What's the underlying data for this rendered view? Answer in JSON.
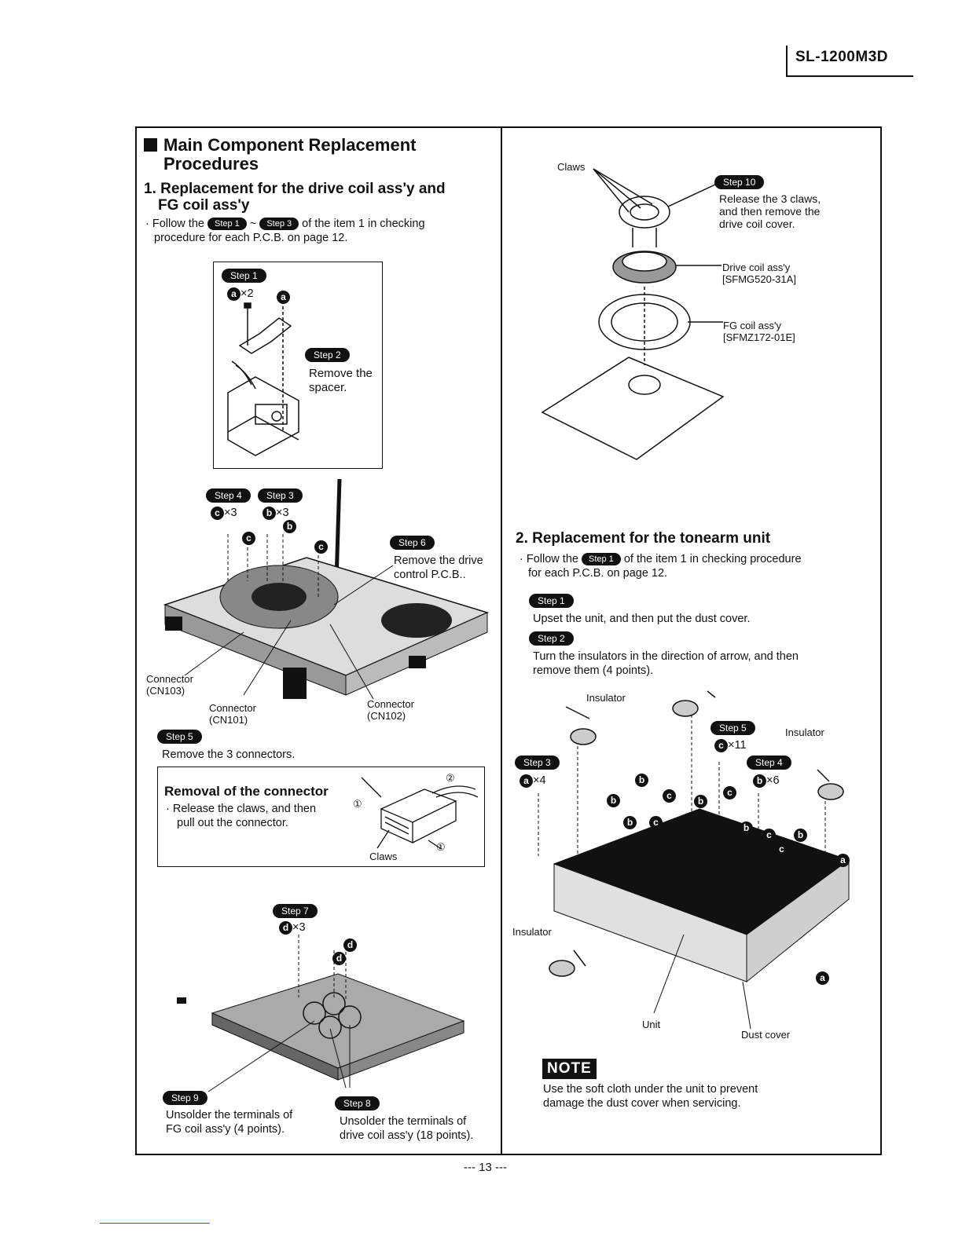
{
  "header": {
    "model": "SL-1200M3D"
  },
  "left": {
    "section_title_1": "Main Component Replacement",
    "section_title_2": "Procedures",
    "sub_title_1": "1. Replacement for the drive coil ass'y and",
    "sub_title_2": "FG coil ass'y",
    "intro_a": "· Follow the",
    "intro_step_a": "Step 1",
    "intro_dash": "~",
    "intro_step_b": "Step 3",
    "intro_b": "of the item 1 in checking",
    "intro_c": "procedure for each P.C.B. on page 12.",
    "step1": {
      "label": "Step 1",
      "screw": "a",
      "count": "×2",
      "mark": "a"
    },
    "step2": {
      "label": "Step 2",
      "text_1": "Remove the",
      "text_2": "spacer."
    },
    "step4": {
      "label": "Step 4",
      "screw": "c",
      "count": "×3"
    },
    "step3": {
      "label": "Step 3",
      "screw": "b",
      "count": "×3"
    },
    "step6": {
      "label": "Step 6",
      "text_1": "Remove the drive",
      "text_2": "control P.C.B.."
    },
    "marks_c": "c",
    "marks_b": "b",
    "connector_cn103": [
      "Connector",
      "(CN103)"
    ],
    "connector_cn101": [
      "Connector",
      "(CN101)"
    ],
    "connector_cn102": [
      "Connector",
      "(CN102)"
    ],
    "step5": {
      "label": "Step 5",
      "text": "Remove the 3 connectors."
    },
    "removal": {
      "title": "Removal of the connector",
      "text_1": "· Release the claws, and then",
      "text_2": "pull out the connector.",
      "claws": "Claws",
      "n1": "①",
      "n2": "②",
      "n1b": "①"
    },
    "step7": {
      "label": "Step 7",
      "screw": "d",
      "count": "×3",
      "mark": "d"
    },
    "step9": {
      "label": "Step 9",
      "text_1": "Unsolder the terminals of",
      "text_2": "FG coil ass'y (4 points)."
    },
    "step8": {
      "label": "Step 8",
      "text_1": "Unsolder the terminals of",
      "text_2": "drive coil ass'y (18 points)."
    }
  },
  "right": {
    "claws": "Claws",
    "step10": {
      "label": "Step 10",
      "text_1": "Release the 3 claws,",
      "text_2": "and then remove the",
      "text_3": "drive coil cover."
    },
    "drive_coil": [
      "Drive coil ass'y",
      "[SFMG520-31A]"
    ],
    "fg_coil": [
      "FG coil ass'y",
      "[SFMZ172-01E]"
    ],
    "sub_title": "2. Replacement for the tonearm unit",
    "intro_a": "· Follow the",
    "intro_step": "Step 1",
    "intro_b": "of the item 1 in checking procedure",
    "intro_c": "for each P.C.B. on page 12.",
    "step1": {
      "label": "Step 1",
      "text": "Upset the unit, and then put the dust cover."
    },
    "step2": {
      "label": "Step 2",
      "text_1": "Turn the insulators in the direction of arrow, and then",
      "text_2": "remove them (4 points)."
    },
    "insulator": "Insulator",
    "step5": {
      "label": "Step 5",
      "screw": "c",
      "count": "×11"
    },
    "step3": {
      "label": "Step 3",
      "screw": "a",
      "count": "×4"
    },
    "step4": {
      "label": "Step 4",
      "screw": "b",
      "count": "×6"
    },
    "mark_a": "a",
    "mark_b": "b",
    "mark_c": "c",
    "unit": "Unit",
    "dust_cover": "Dust cover",
    "note_label": "NOTE",
    "note_1": "Use the soft cloth under the unit to prevent",
    "note_2": "damage the dust cover when servicing."
  },
  "footer": {
    "page": "--- 13 ---"
  }
}
